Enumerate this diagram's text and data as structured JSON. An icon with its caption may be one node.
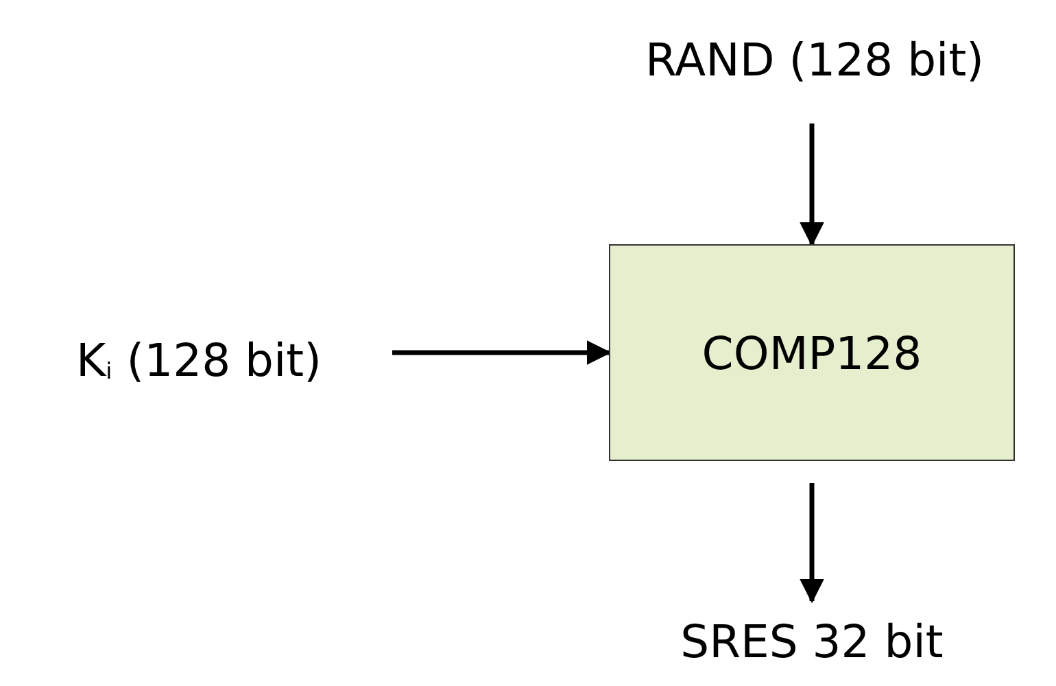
{
  "diagram": {
    "nodes": [
      {
        "text": [
          "RAND (128 bit)"
        ]
      },
      {
        "text": [
          "K$_{i}$ (128 bit)"
        ]
      },
      {
        "text": [
          "COMP128"
        ]
      },
      {
        "text": [
          "SRES 32 bit"
        ]
      }
    ],
    "edges": [
      {
        "from": 0,
        "to": 2,
        "arrow": "to"
      },
      {
        "from": 1,
        "to": 2,
        "arrow": "to"
      },
      {
        "from": 2,
        "to": 3,
        "arrow": "to"
      }
    ]
  }
}
